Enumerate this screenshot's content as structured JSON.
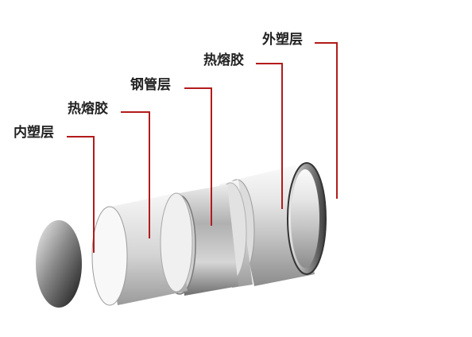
{
  "layers": [
    {
      "id": "inner-plastic",
      "label": "内塑层"
    },
    {
      "id": "hot-melt-1",
      "label": "热熔胶"
    },
    {
      "id": "steel-pipe",
      "label": "钢管层"
    },
    {
      "id": "hot-melt-2",
      "label": "热熔胶"
    },
    {
      "id": "outer-plastic",
      "label": "外塑层"
    }
  ],
  "colors": {
    "leader_line": "#b31b1b",
    "label_text": "#222222",
    "background": "#ffffff"
  }
}
